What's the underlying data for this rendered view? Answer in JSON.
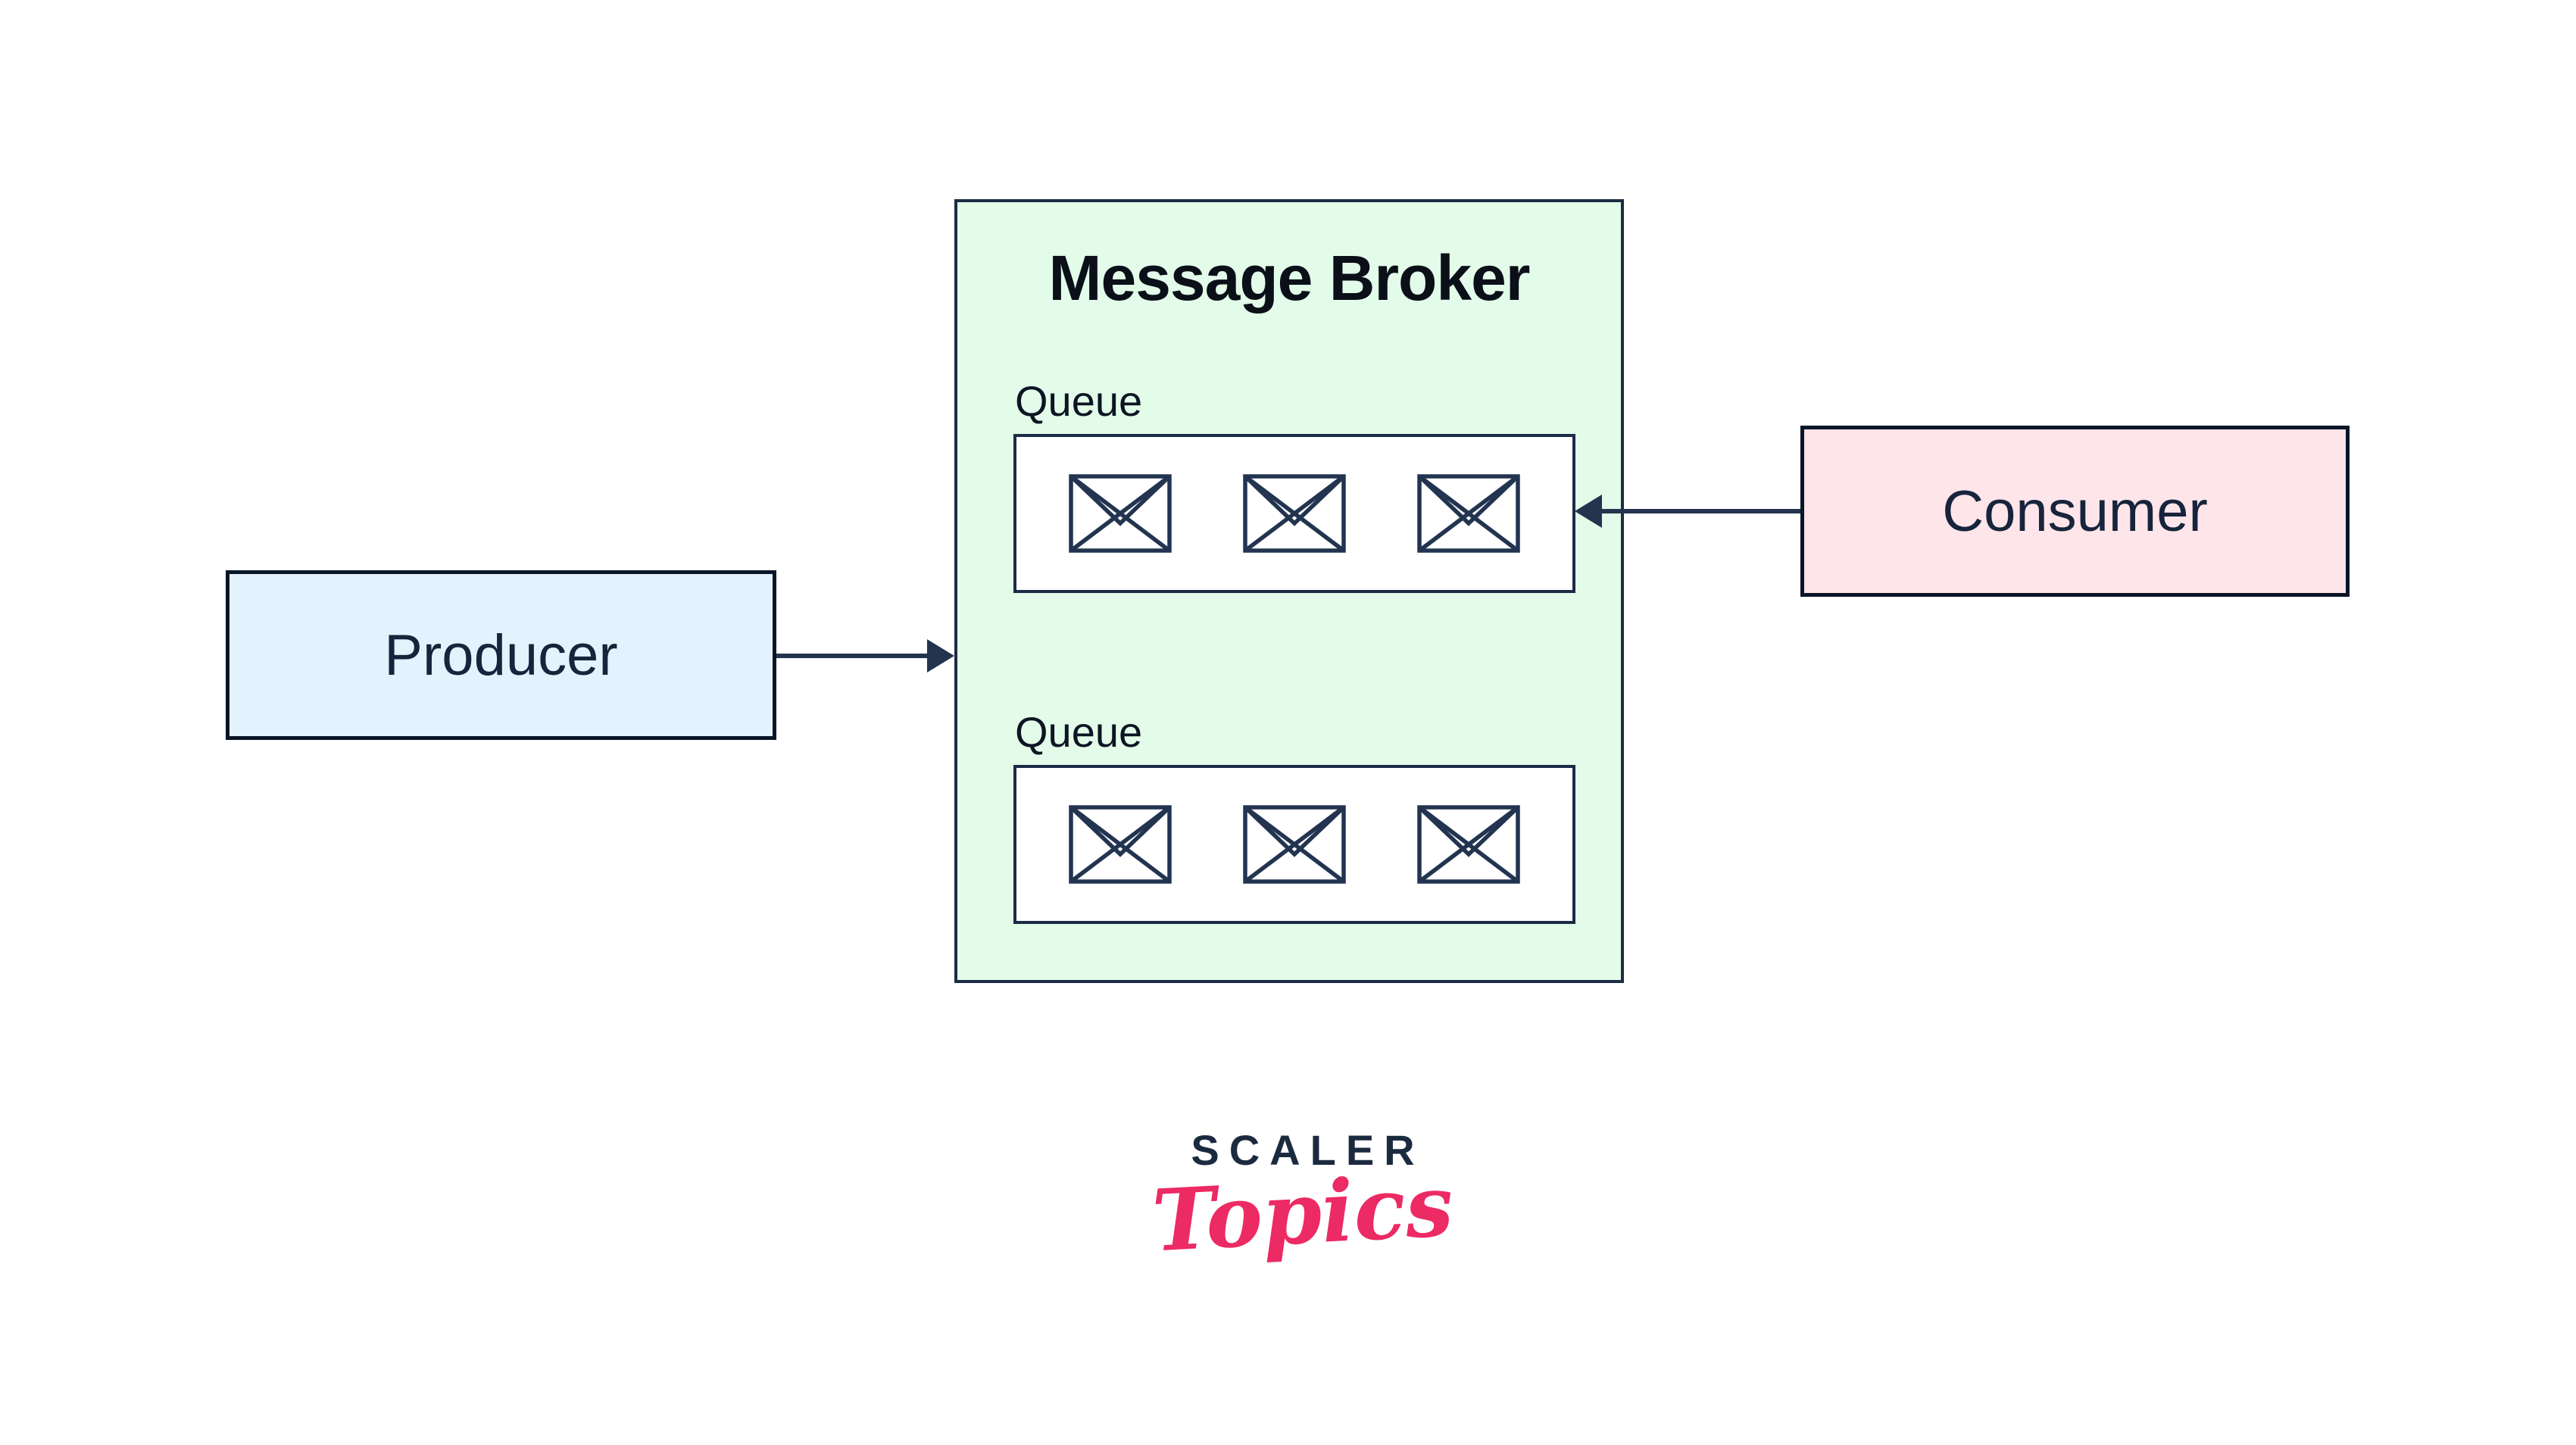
{
  "diagram": {
    "producer": {
      "label": "Producer"
    },
    "message_broker": {
      "title": "Message Broker",
      "queues": [
        {
          "label": "Queue",
          "message_count": 3
        },
        {
          "label": "Queue",
          "message_count": 3
        }
      ]
    },
    "consumer": {
      "label": "Consumer"
    },
    "arrows": [
      {
        "name": "producer-to-broker",
        "direction": "right"
      },
      {
        "name": "consumer-to-queue-1",
        "direction": "left"
      }
    ]
  },
  "logo": {
    "brand": "SCALER",
    "sub_brand": "Topics"
  },
  "colors": {
    "broker_fill": "#e3fbe9",
    "broker_border": "#1c2b45",
    "queue_fill": "#ffffff",
    "queue_border": "#1c2b45",
    "producer_fill": "#e4f2fd",
    "consumer_fill": "#fee5e9",
    "node_border": "#0a1528",
    "node_text": "#16243c",
    "heading_text": "#0a0f18",
    "label_text": "#0d1422",
    "arrow": "#24344f",
    "envelope": "#223450",
    "logo_navy": "#1b2a3f",
    "logo_pink": "#ec2a63"
  }
}
